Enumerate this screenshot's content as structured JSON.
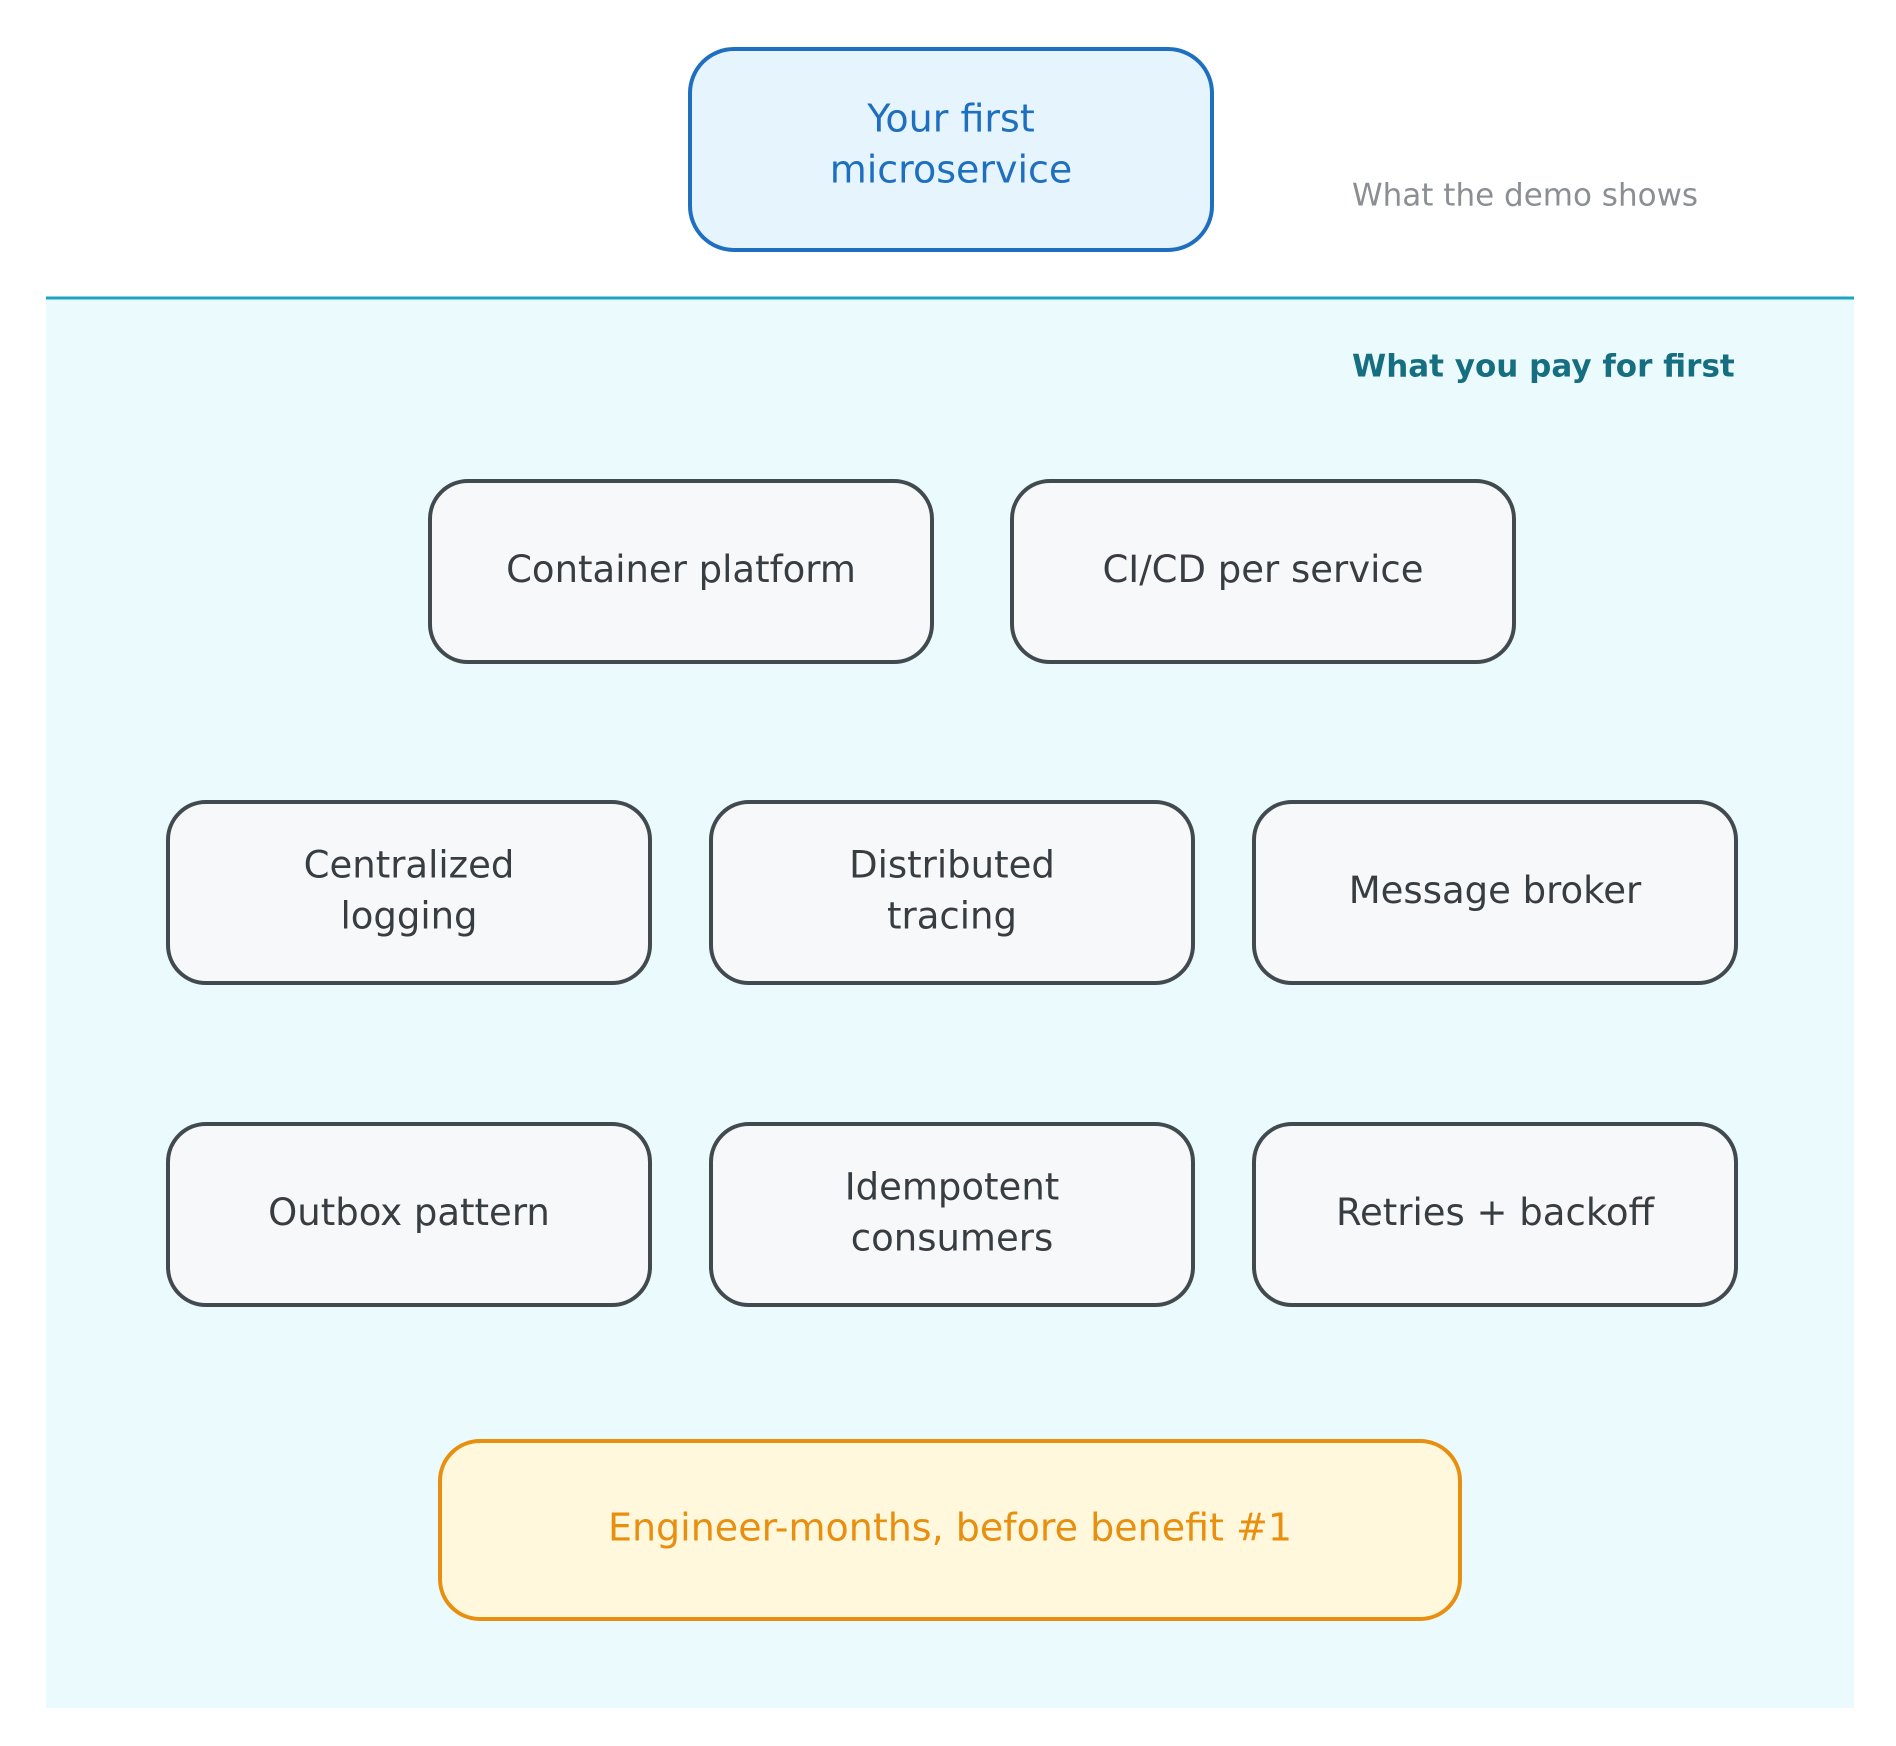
{
  "colors": {
    "panel_fill": "#ebfbfd",
    "panel_top_line": "#1ba5c3",
    "top_fill": "#e5f4fd",
    "top_stroke": "#1f6fc0",
    "top_text": "#1f6fc0",
    "box_fill": "#f6f8fa",
    "box_stroke": "#414a4f",
    "box_text": "#373d41",
    "bottom_fill": "#fff8dd",
    "bottom_stroke": "#e88f10",
    "bottom_text": "#e88f10",
    "label_gray": "#8b8f93",
    "label_teal": "#156f80"
  },
  "top_node": {
    "lines": [
      "Your first",
      "microservice"
    ]
  },
  "labels": {
    "demo_shows": "What the demo shows",
    "pay_for_first": "What you pay for first"
  },
  "boxes": [
    {
      "name": "box-container-platform",
      "lines": [
        "Container platform"
      ]
    },
    {
      "name": "box-ci-cd-per-service",
      "lines": [
        "CI/CD per service"
      ]
    },
    {
      "name": "box-centralized-logging",
      "lines": [
        "Centralized",
        "logging"
      ]
    },
    {
      "name": "box-distributed-tracing",
      "lines": [
        "Distributed",
        "tracing"
      ]
    },
    {
      "name": "box-message-broker",
      "lines": [
        "Message broker"
      ]
    },
    {
      "name": "box-outbox-pattern",
      "lines": [
        "Outbox pattern"
      ]
    },
    {
      "name": "box-idempotent-consumers",
      "lines": [
        "Idempotent",
        "consumers"
      ]
    },
    {
      "name": "box-retries-backoff",
      "lines": [
        "Retries + backoff"
      ]
    }
  ],
  "bottom_node": {
    "lines": [
      "Engineer-months, before benefit #1"
    ]
  }
}
